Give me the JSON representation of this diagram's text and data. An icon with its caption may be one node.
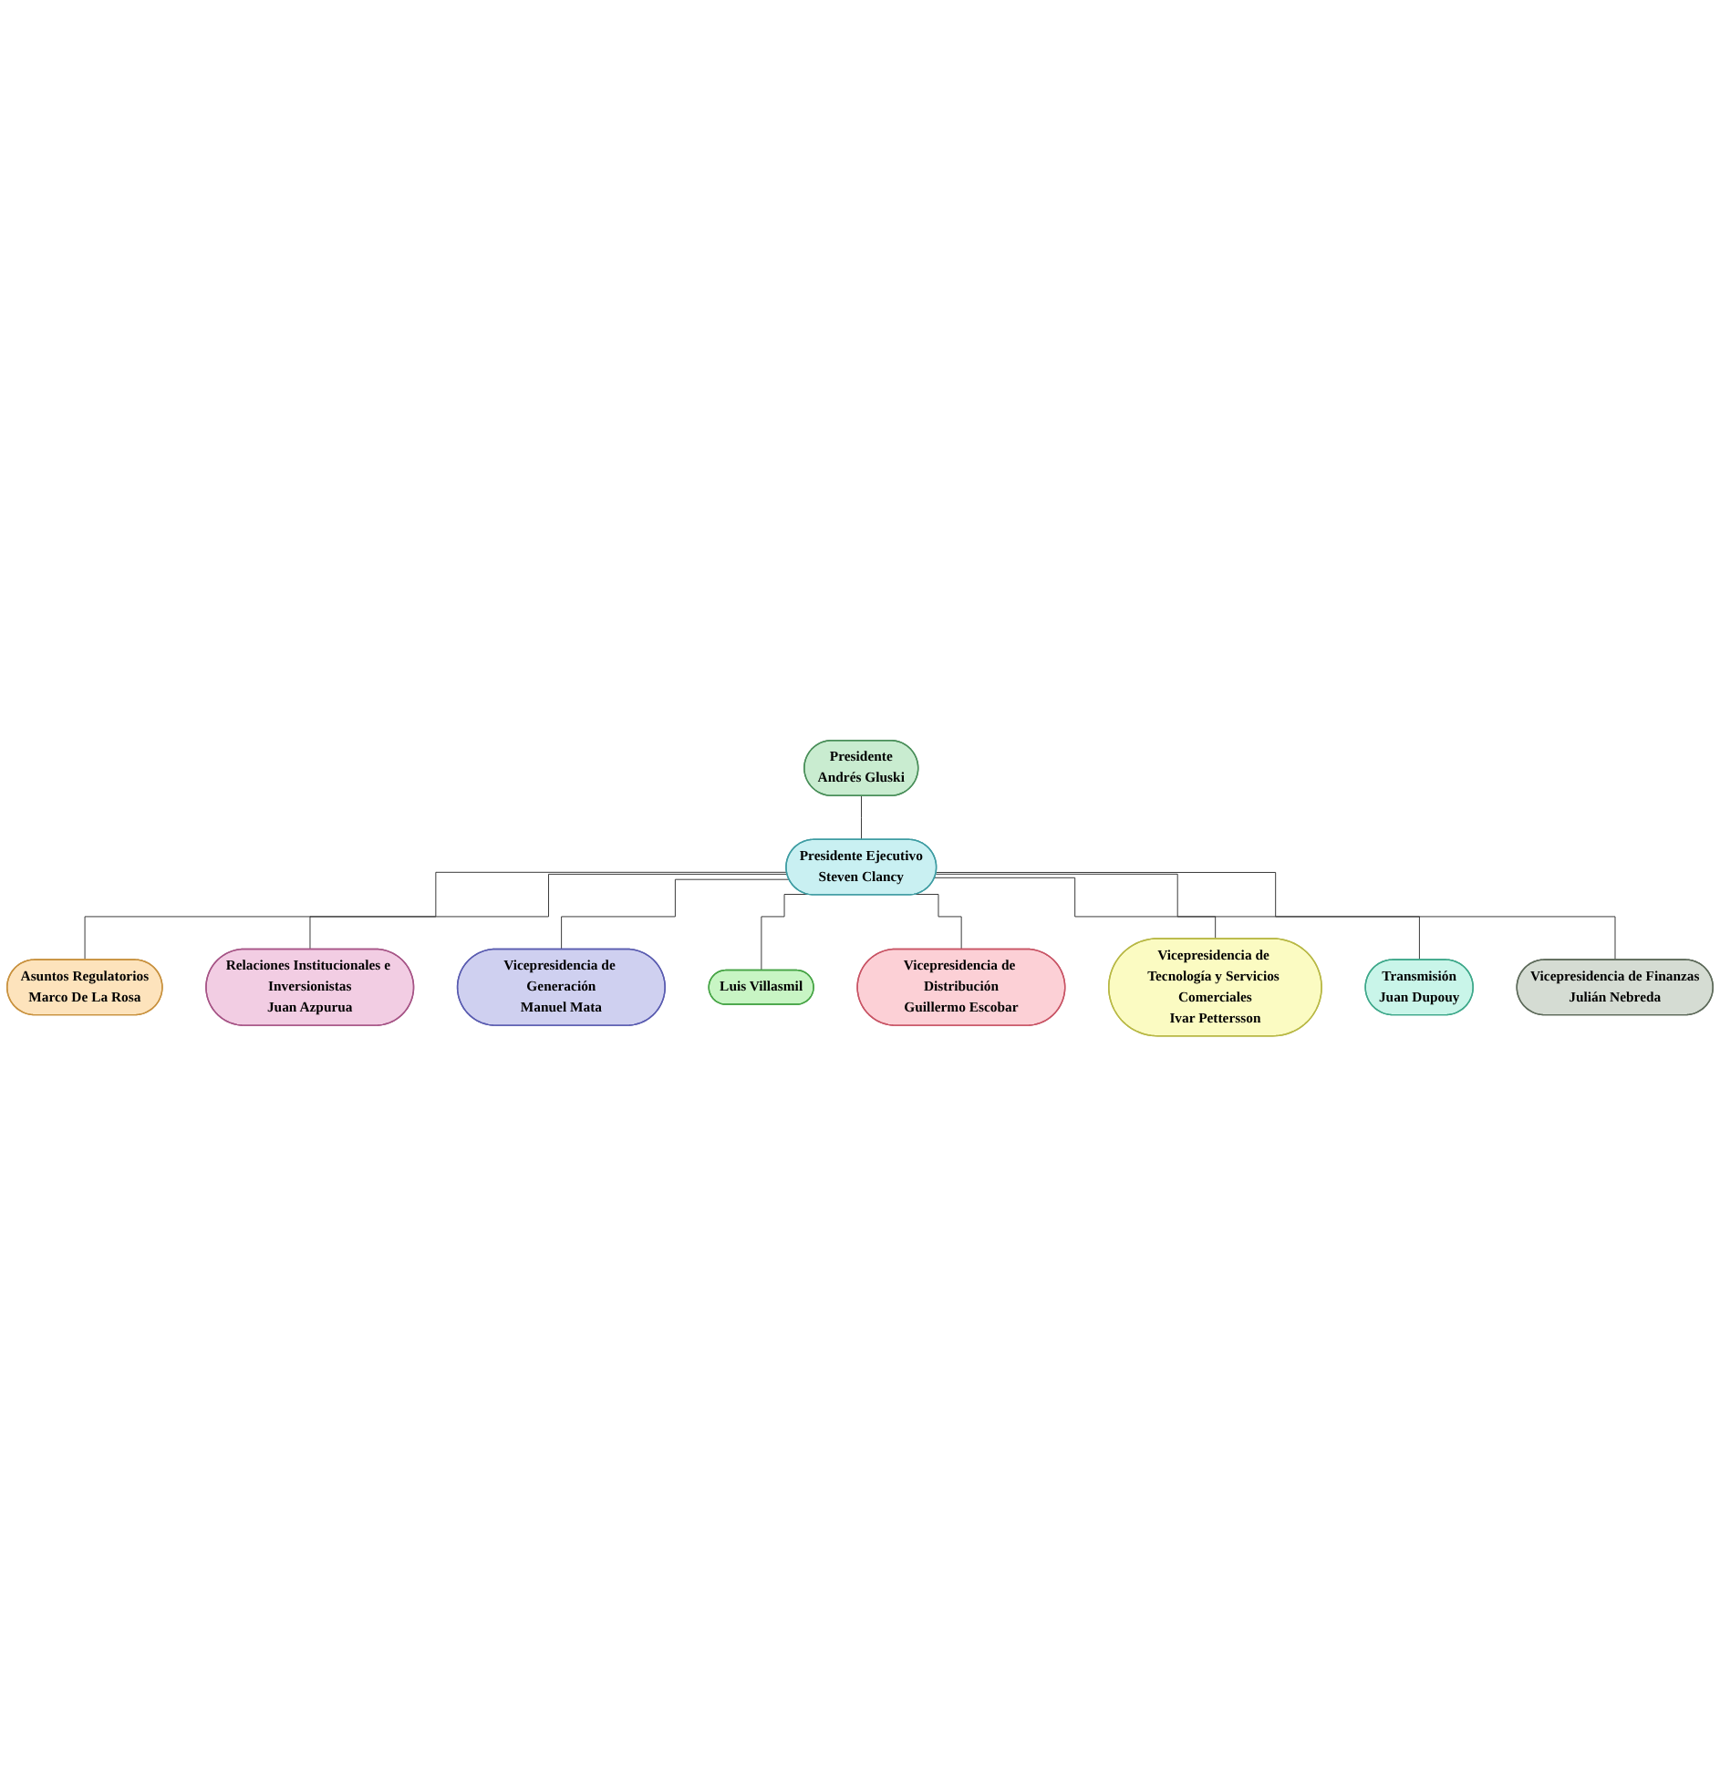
{
  "diagram": {
    "nodes": [
      {
        "text": [
          "Presidente",
          "Andrés Gluski"
        ]
      },
      {
        "text": [
          "Presidente Ejecutivo",
          "Steven Clancy"
        ]
      },
      {
        "text": [
          "Asuntos Regulatorios",
          "Marco De La Rosa"
        ]
      },
      {
        "text": [
          "Relaciones Institucionales e Inversionistas",
          "Juan Azpurua"
        ]
      },
      {
        "text": [
          "Vicepresidencia de Generación",
          "Manuel Mata"
        ]
      },
      {
        "text": [
          "Luis Villasmil"
        ]
      },
      {
        "text": [
          "Vicepresidencia de Distribución",
          "Guillermo Escobar"
        ]
      },
      {
        "text": [
          "Vicepresidencia de Tecnología y Servicios Comerciales",
          "Ivar Pettersson"
        ]
      },
      {
        "text": [
          "Transmisión",
          "Juan Dupouy"
        ]
      },
      {
        "text": [
          "Vicepresidencia de Finanzas",
          "Julián Nebreda"
        ]
      }
    ],
    "edges": [
      {
        "from": 0,
        "to": 1,
        "arrow": "none"
      },
      {
        "from": 1,
        "to": 2,
        "arrow": "none"
      },
      {
        "from": 1,
        "to": 3,
        "arrow": "none"
      },
      {
        "from": 1,
        "to": 4,
        "arrow": "none"
      },
      {
        "from": 1,
        "to": 5,
        "arrow": "none"
      },
      {
        "from": 1,
        "to": 6,
        "arrow": "none"
      },
      {
        "from": 1,
        "to": 7,
        "arrow": "none"
      },
      {
        "from": 1,
        "to": 8,
        "arrow": "none"
      },
      {
        "from": 1,
        "to": 9,
        "arrow": "none"
      }
    ]
  }
}
